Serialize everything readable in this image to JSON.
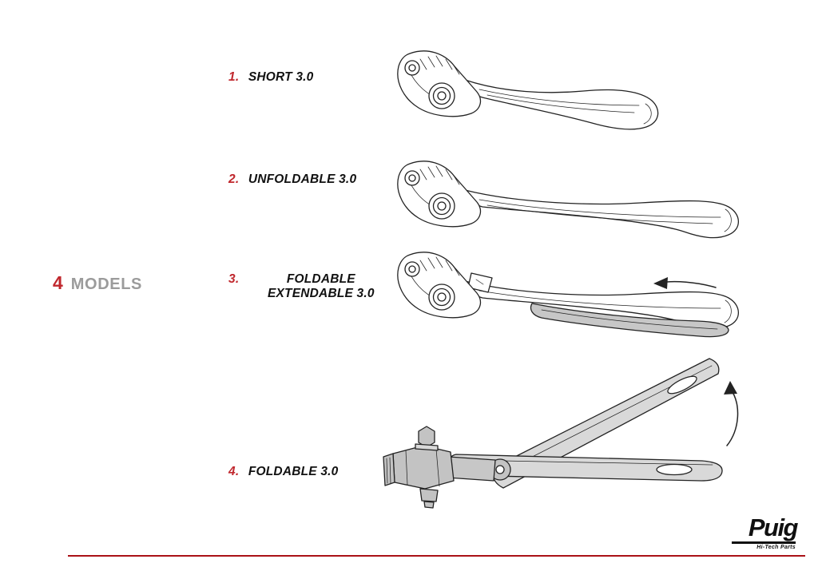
{
  "page": {
    "background": "#ffffff"
  },
  "colors": {
    "accent_red": "#c0272d",
    "text_black": "#111111",
    "muted_gray": "#9b9b9b",
    "extension_gray": "#c7c7c7"
  },
  "heading": {
    "count": "4",
    "label": "MODELS"
  },
  "models": [
    {
      "number": "1.",
      "name": "SHORT 3.0",
      "illustration": "short-lever-line-drawing"
    },
    {
      "number": "2.",
      "name": "UNFOLDABLE 3.0",
      "illustration": "unfoldable-lever-line-drawing"
    },
    {
      "number": "3.",
      "name": "FOLDABLE EXTENDABLE 3.0",
      "illustration": "foldable-extendable-lever-line-drawing-with-extend-arrow"
    },
    {
      "number": "4.",
      "name": "FOLDABLE 3.0",
      "illustration": "foldable-lever-folded-position-line-drawing-with-fold-arrow"
    }
  ],
  "footer": {
    "brand": "Puig",
    "brand_tagline": "Hi-Tech Parts"
  }
}
